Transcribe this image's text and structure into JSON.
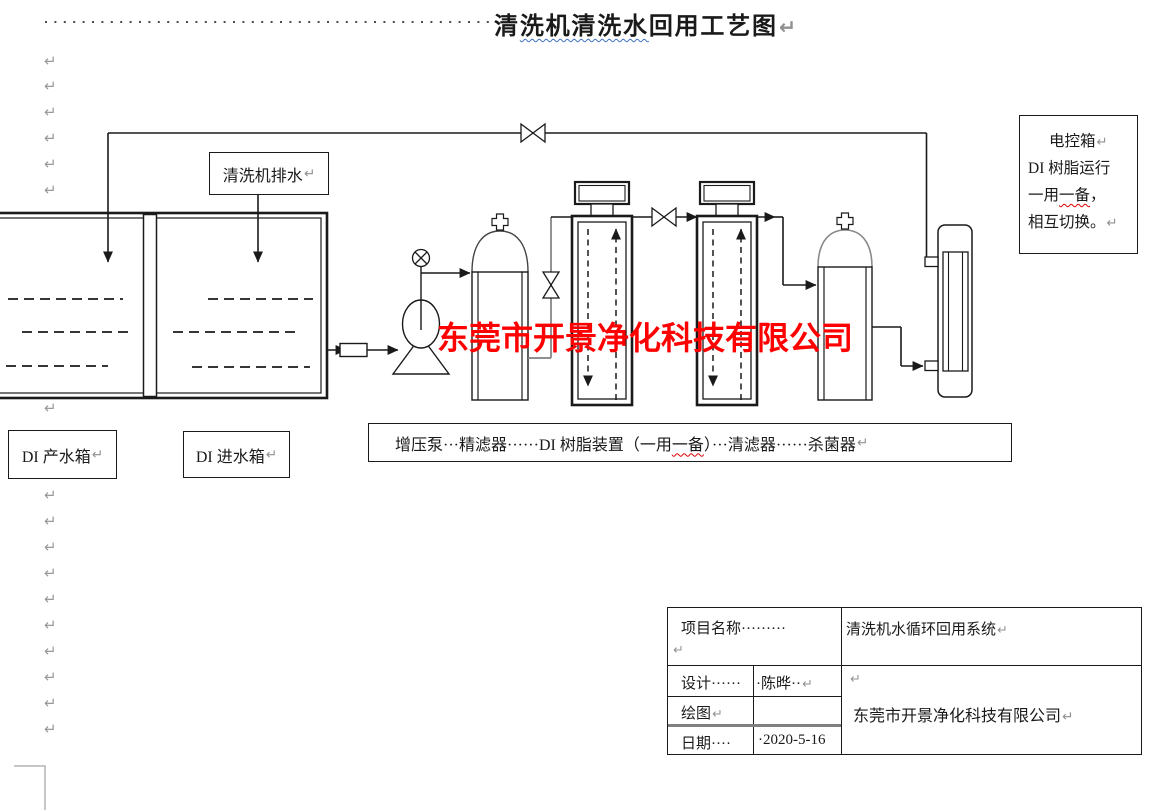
{
  "page": {
    "title_prefix": "清",
    "title_misspell": "洗机清洗水",
    "title_suffix": "回用工艺图",
    "paragraph_mark": "↵"
  },
  "boxes": {
    "drain_label": "清洗机排水",
    "tank_left_label": "DI 产水箱",
    "tank_right_label": "DI 进水箱",
    "strip_part1": "增压泵···精滤器······DI 树脂装置（一用",
    "strip_misspell": "一备",
    "strip_part2": "）···清滤器······杀菌器",
    "control_line1": "电控箱",
    "control_line2": "DI 树脂运行",
    "control_line3_a": "一用",
    "control_line3_misspell": "一备",
    "control_line3_b": "，",
    "control_line4": "相互切换。"
  },
  "watermark": {
    "text": "东莞市开景净化科技有限公司",
    "color": "#ff0000"
  },
  "table": {
    "project_label": "项目名称·········",
    "project_value": "清洗机水循环回用系统",
    "design_label": "设计······",
    "design_value": "·陈晔··",
    "draw_label": "绘图",
    "date_label": "日期····",
    "date_value": "·2020-5-16",
    "company": "东莞市开景净化科技有限公司"
  }
}
